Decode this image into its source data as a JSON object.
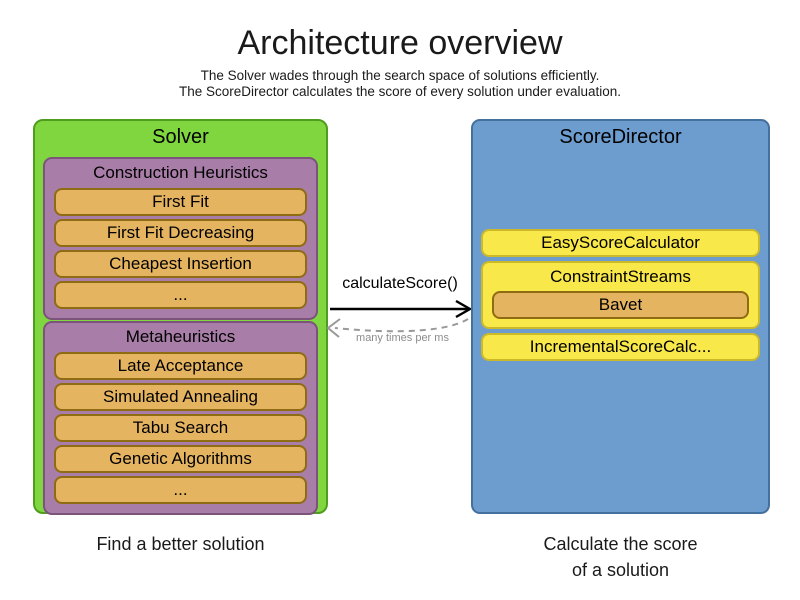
{
  "title": "Architecture overview",
  "subtitle_line1": "The Solver wades through the search space of solutions efficiently.",
  "subtitle_line2": "The ScoreDirector calculates the score of every solution under evaluation.",
  "solver": {
    "title": "Solver",
    "caption": "Find a better solution",
    "groups": [
      {
        "title": "Construction Heuristics",
        "items": [
          "First Fit",
          "First Fit Decreasing",
          "Cheapest Insertion",
          "..."
        ]
      },
      {
        "title": "Metaheuristics",
        "items": [
          "Late Acceptance",
          "Simulated Annealing",
          "Tabu Search",
          "Genetic Algorithms",
          "..."
        ]
      }
    ]
  },
  "score_director": {
    "title": "ScoreDirector",
    "caption_line1": "Calculate the score",
    "caption_line2": "of a solution",
    "calculators": [
      "EasyScoreCalculator",
      "ConstraintStreams",
      "IncrementalScoreCalc..."
    ],
    "constraint_streams_impl": "Bavet"
  },
  "arrow": {
    "label": "calculateScore()",
    "sublabel": "many times per ms"
  },
  "colors": {
    "solver_fill": "#7fd63f",
    "solver_border": "#4f9d1f",
    "group_fill": "#a87ea8",
    "group_border": "#7b537b",
    "item_fill": "#e5b461",
    "item_border": "#8f6b14",
    "score_director_fill": "#6d9cce",
    "score_director_border": "#44709e",
    "calculator_fill": "#f9e84a",
    "calculator_border": "#cbb929",
    "call_arrow": "#000000",
    "return_arrow": "#999999"
  }
}
